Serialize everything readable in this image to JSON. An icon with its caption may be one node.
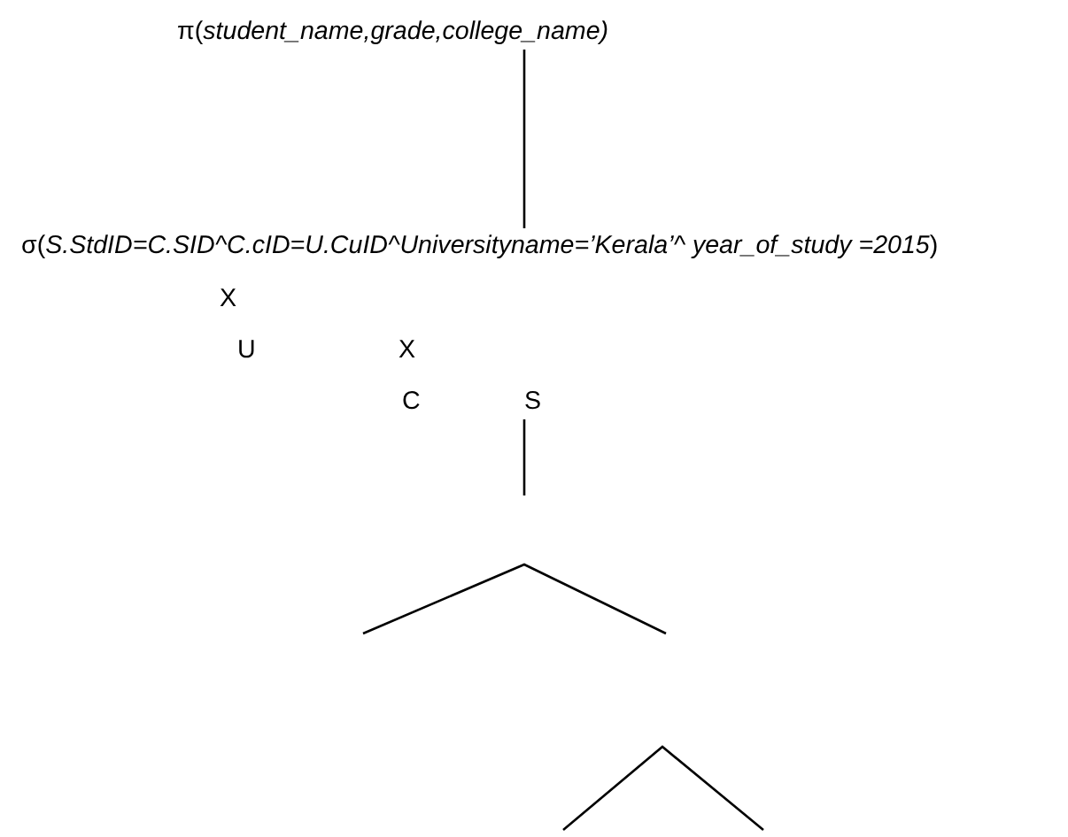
{
  "diagram": {
    "nodes": [
      {
        "text": [
          "π(*student_name,grade,college_name)*"
        ]
      },
      {
        "text": [
          "σ(*S.StdID=C.SID^C.cID=U.CuID^Universityname=’Kerala’^ year_of_study =2015*)"
        ]
      },
      {
        "text": [
          "X"
        ]
      },
      {
        "text": [
          "U"
        ]
      },
      {
        "text": [
          "X"
        ]
      },
      {
        "text": [
          "C"
        ]
      },
      {
        "text": [
          "S"
        ]
      }
    ],
    "edges": [
      {
        "from": 0,
        "to": 1,
        "arrow": "none"
      },
      {
        "from": 6,
        "to": null,
        "arrow": "none"
      }
    ]
  }
}
